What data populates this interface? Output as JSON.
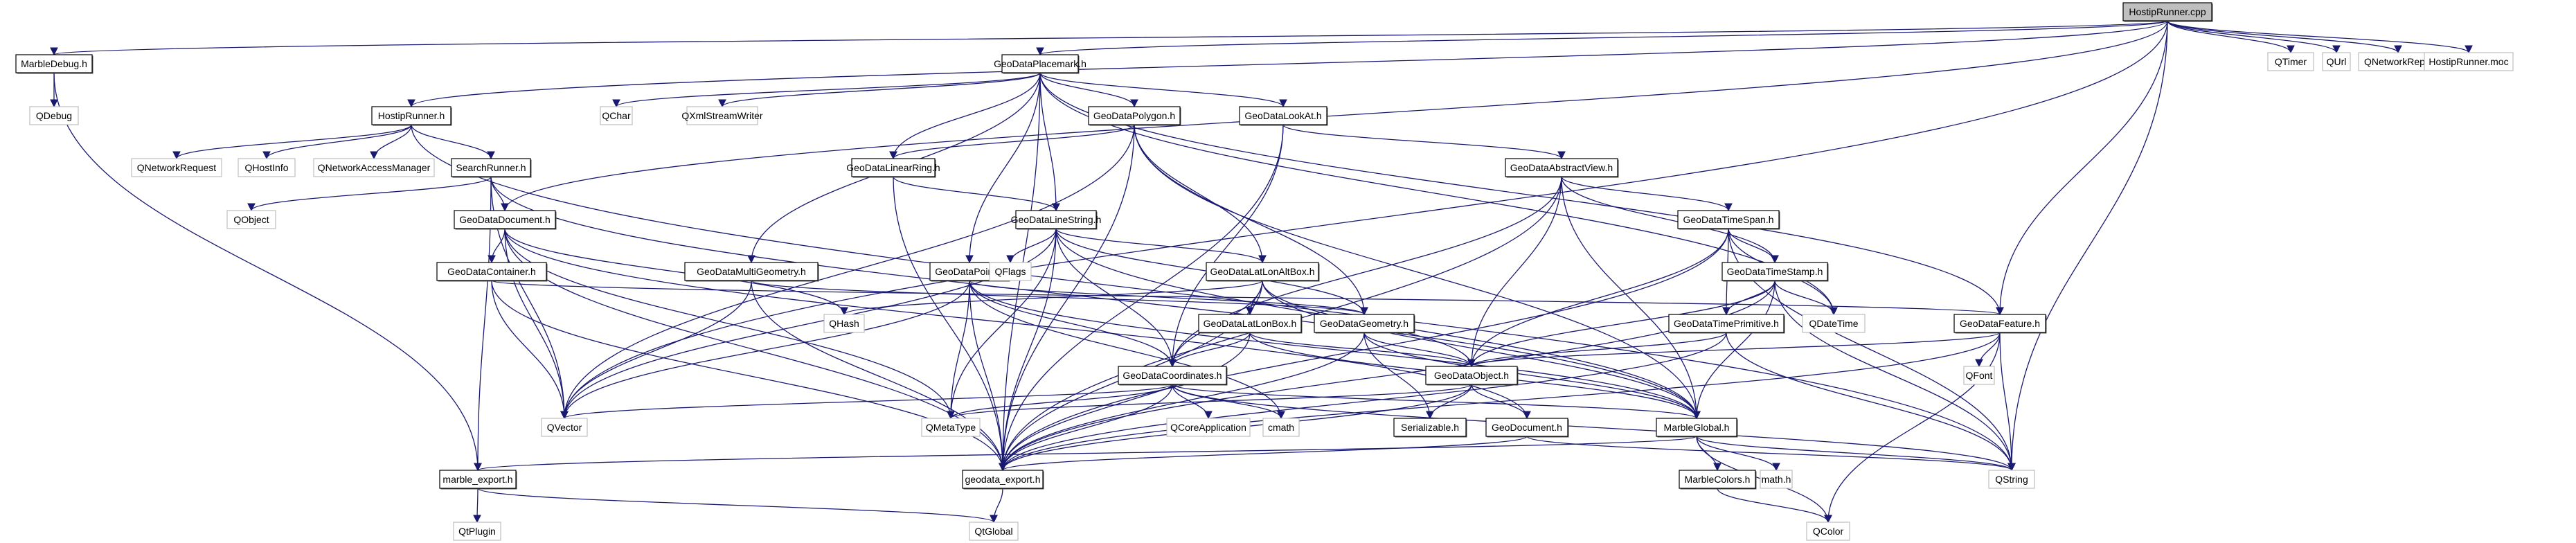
{
  "diagram": {
    "type": "include-dependency-graph",
    "root": "HostipRunner.cpp",
    "colors": {
      "edge": "#191970",
      "root_fill": "#bfbfbf",
      "internal_border": "#000000",
      "external_border": "#bfbfbf",
      "background": "#ffffff"
    },
    "nodes": [
      {
        "id": "hostiprunner_cpp",
        "label": "HostipRunner.cpp",
        "kind": "root"
      },
      {
        "id": "qtimer",
        "label": "QTimer",
        "kind": "external"
      },
      {
        "id": "qurl",
        "label": "QUrl",
        "kind": "external"
      },
      {
        "id": "qnetworkreply",
        "label": "QNetworkReply",
        "kind": "external"
      },
      {
        "id": "hostiprunner_moc",
        "label": "HostipRunner.moc",
        "kind": "external"
      },
      {
        "id": "marbledebug_h",
        "label": "MarbleDebug.h",
        "kind": "internal"
      },
      {
        "id": "qdebug",
        "label": "QDebug",
        "kind": "external"
      },
      {
        "id": "geodataplacemark_h",
        "label": "GeoDataPlacemark.h",
        "kind": "internal"
      },
      {
        "id": "qchar",
        "label": "QChar",
        "kind": "external"
      },
      {
        "id": "qxmlstreamwriter",
        "label": "QXmlStreamWriter",
        "kind": "external"
      },
      {
        "id": "hostiprunner_h",
        "label": "HostipRunner.h",
        "kind": "internal"
      },
      {
        "id": "qnetworkrequest",
        "label": "QNetworkRequest",
        "kind": "external"
      },
      {
        "id": "qhostinfo",
        "label": "QHostInfo",
        "kind": "external"
      },
      {
        "id": "qnetworkaccessmanager",
        "label": "QNetworkAccessManager",
        "kind": "external"
      },
      {
        "id": "searchrunner_h",
        "label": "SearchRunner.h",
        "kind": "internal"
      },
      {
        "id": "qobject",
        "label": "QObject",
        "kind": "external"
      },
      {
        "id": "geodatapolygon_h",
        "label": "GeoDataPolygon.h",
        "kind": "internal"
      },
      {
        "id": "geodatalookat_h",
        "label": "GeoDataLookAt.h",
        "kind": "internal"
      },
      {
        "id": "geodatalinearring_h",
        "label": "GeoDataLinearRing.h",
        "kind": "internal"
      },
      {
        "id": "geodataabstractview_h",
        "label": "GeoDataAbstractView.h",
        "kind": "internal"
      },
      {
        "id": "geodatadocument_h",
        "label": "GeoDataDocument.h",
        "kind": "internal"
      },
      {
        "id": "geodatalinestring_h",
        "label": "GeoDataLineString.h",
        "kind": "internal"
      },
      {
        "id": "geodatatimespan_h",
        "label": "GeoDataTimeSpan.h",
        "kind": "internal"
      },
      {
        "id": "geodatacontainer_h",
        "label": "GeoDataContainer.h",
        "kind": "internal"
      },
      {
        "id": "geodatamultigeometry_h",
        "label": "GeoDataMultiGeometry.h",
        "kind": "internal"
      },
      {
        "id": "geodatapoint_h",
        "label": "GeoDataPoint.h",
        "kind": "internal"
      },
      {
        "id": "qflags",
        "label": "QFlags",
        "kind": "external"
      },
      {
        "id": "geodatalatlonaltbox_h",
        "label": "GeoDataLatLonAltBox.h",
        "kind": "internal"
      },
      {
        "id": "geodatatimestamp_h",
        "label": "GeoDataTimeStamp.h",
        "kind": "internal"
      },
      {
        "id": "qhash",
        "label": "QHash",
        "kind": "external"
      },
      {
        "id": "geodatalatlonbox_h",
        "label": "GeoDataLatLonBox.h",
        "kind": "internal"
      },
      {
        "id": "geodatageometry_h",
        "label": "GeoDataGeometry.h",
        "kind": "internal"
      },
      {
        "id": "geodatatimeprimitive_h",
        "label": "GeoDataTimePrimitive.h",
        "kind": "internal"
      },
      {
        "id": "qdatetime",
        "label": "QDateTime",
        "kind": "external"
      },
      {
        "id": "geodatafeature_h",
        "label": "GeoDataFeature.h",
        "kind": "internal"
      },
      {
        "id": "geodatacoordinates_h",
        "label": "GeoDataCoordinates.h",
        "kind": "internal"
      },
      {
        "id": "geodataobject_h",
        "label": "GeoDataObject.h",
        "kind": "internal"
      },
      {
        "id": "qfont",
        "label": "QFont",
        "kind": "external"
      },
      {
        "id": "qvector",
        "label": "QVector",
        "kind": "external"
      },
      {
        "id": "qmetatype",
        "label": "QMetaType",
        "kind": "external"
      },
      {
        "id": "qcoreapplication",
        "label": "QCoreApplication",
        "kind": "external"
      },
      {
        "id": "cmath",
        "label": "cmath",
        "kind": "external"
      },
      {
        "id": "serializable_h",
        "label": "Serializable.h",
        "kind": "internal"
      },
      {
        "id": "geodocument_h",
        "label": "GeoDocument.h",
        "kind": "internal"
      },
      {
        "id": "marbleglobal_h",
        "label": "MarbleGlobal.h",
        "kind": "internal"
      },
      {
        "id": "marble_export_h",
        "label": "marble_export.h",
        "kind": "internal"
      },
      {
        "id": "geodata_export_h",
        "label": "geodata_export.h",
        "kind": "internal"
      },
      {
        "id": "qstring",
        "label": "QString",
        "kind": "external"
      },
      {
        "id": "marblecolors_h",
        "label": "MarbleColors.h",
        "kind": "internal"
      },
      {
        "id": "math_h",
        "label": "math.h",
        "kind": "external"
      },
      {
        "id": "qtplugin",
        "label": "QtPlugin",
        "kind": "external"
      },
      {
        "id": "qtglobal",
        "label": "QtGlobal",
        "kind": "external"
      },
      {
        "id": "qcolor",
        "label": "QColor",
        "kind": "external"
      }
    ],
    "edges": [
      [
        "hostiprunner_cpp",
        "qtimer"
      ],
      [
        "hostiprunner_cpp",
        "qurl"
      ],
      [
        "hostiprunner_cpp",
        "qnetworkreply"
      ],
      [
        "hostiprunner_cpp",
        "hostiprunner_moc"
      ],
      [
        "hostiprunner_cpp",
        "marbledebug_h"
      ],
      [
        "hostiprunner_cpp",
        "geodataplacemark_h"
      ],
      [
        "hostiprunner_cpp",
        "hostiprunner_h"
      ],
      [
        "hostiprunner_cpp",
        "geodatadocument_h"
      ],
      [
        "hostiprunner_cpp",
        "geodatafeature_h"
      ],
      [
        "hostiprunner_cpp",
        "qvector"
      ],
      [
        "hostiprunner_cpp",
        "qstring"
      ],
      [
        "marbledebug_h",
        "qdebug"
      ],
      [
        "marbledebug_h",
        "marble_export_h"
      ],
      [
        "geodataplacemark_h",
        "qchar"
      ],
      [
        "geodataplacemark_h",
        "qxmlstreamwriter"
      ],
      [
        "geodataplacemark_h",
        "geodatapolygon_h"
      ],
      [
        "geodataplacemark_h",
        "geodatalookat_h"
      ],
      [
        "geodataplacemark_h",
        "geodatalinearring_h"
      ],
      [
        "geodataplacemark_h",
        "geodatalinestring_h"
      ],
      [
        "geodataplacemark_h",
        "geodatamultigeometry_h"
      ],
      [
        "geodataplacemark_h",
        "geodatapoint_h"
      ],
      [
        "geodataplacemark_h",
        "geodatafeature_h"
      ],
      [
        "geodataplacemark_h",
        "qdatetime"
      ],
      [
        "geodataplacemark_h",
        "geodata_export_h"
      ],
      [
        "hostiprunner_h",
        "qnetworkrequest"
      ],
      [
        "hostiprunner_h",
        "qhostinfo"
      ],
      [
        "hostiprunner_h",
        "qnetworkaccessmanager"
      ],
      [
        "hostiprunner_h",
        "searchrunner_h"
      ],
      [
        "hostiprunner_h",
        "qstring"
      ],
      [
        "searchrunner_h",
        "qobject"
      ],
      [
        "searchrunner_h",
        "geodatadocument_h"
      ],
      [
        "searchrunner_h",
        "marble_export_h"
      ],
      [
        "searchrunner_h",
        "qvector"
      ],
      [
        "searchrunner_h",
        "marbleglobal_h"
      ],
      [
        "geodatapolygon_h",
        "geodatalinearring_h"
      ],
      [
        "geodatapolygon_h",
        "geodatageometry_h"
      ],
      [
        "geodatapolygon_h",
        "qvector"
      ],
      [
        "geodatapolygon_h",
        "geodata_export_h"
      ],
      [
        "geodatapolygon_h",
        "geodatalatlonaltbox_h"
      ],
      [
        "geodatapolygon_h",
        "marbleglobal_h"
      ],
      [
        "geodatalookat_h",
        "geodataabstractview_h"
      ],
      [
        "geodatalookat_h",
        "geodatacoordinates_h"
      ],
      [
        "geodatalookat_h",
        "geodata_export_h"
      ],
      [
        "geodatalinearring_h",
        "geodatalinestring_h"
      ],
      [
        "geodatalinearring_h",
        "geodata_export_h"
      ],
      [
        "geodataabstractview_h",
        "geodatatimespan_h"
      ],
      [
        "geodataabstractview_h",
        "geodatatimestamp_h"
      ],
      [
        "geodataabstractview_h",
        "geodataobject_h"
      ],
      [
        "geodataabstractview_h",
        "geodatacoordinates_h"
      ],
      [
        "geodataabstractview_h",
        "geodata_export_h"
      ],
      [
        "geodataabstractview_h",
        "marbleglobal_h"
      ],
      [
        "geodatadocument_h",
        "geodatacontainer_h"
      ],
      [
        "geodatadocument_h",
        "geodocument_h"
      ],
      [
        "geodatadocument_h",
        "qmetatype"
      ],
      [
        "geodatadocument_h",
        "qhash"
      ],
      [
        "geodatadocument_h",
        "qvector"
      ],
      [
        "geodatadocument_h",
        "geodata_export_h"
      ],
      [
        "geodatalinestring_h",
        "qflags"
      ],
      [
        "geodatalinestring_h",
        "geodatalatlonaltbox_h"
      ],
      [
        "geodatalinestring_h",
        "geodatageometry_h"
      ],
      [
        "geodatalinestring_h",
        "geodatacoordinates_h"
      ],
      [
        "geodatalinestring_h",
        "qvector"
      ],
      [
        "geodatalinestring_h",
        "qmetatype"
      ],
      [
        "geodatalinestring_h",
        "geodata_export_h"
      ],
      [
        "geodatalinestring_h",
        "marbleglobal_h"
      ],
      [
        "geodatatimespan_h",
        "geodatatimestamp_h"
      ],
      [
        "geodatatimespan_h",
        "geodatatimeprimitive_h"
      ],
      [
        "geodatatimespan_h",
        "qdatetime"
      ],
      [
        "geodatatimespan_h",
        "geodataobject_h"
      ],
      [
        "geodatatimespan_h",
        "geodata_export_h"
      ],
      [
        "geodatatimespan_h",
        "qstring"
      ],
      [
        "geodatacontainer_h",
        "geodatafeature_h"
      ],
      [
        "geodatacontainer_h",
        "qvector"
      ],
      [
        "geodatacontainer_h",
        "geodata_export_h"
      ],
      [
        "geodatamultigeometry_h",
        "geodatageometry_h"
      ],
      [
        "geodatamultigeometry_h",
        "qvector"
      ],
      [
        "geodatamultigeometry_h",
        "geodata_export_h"
      ],
      [
        "geodatapoint_h",
        "geodatacoordinates_h"
      ],
      [
        "geodatapoint_h",
        "geodatageometry_h"
      ],
      [
        "geodatapoint_h",
        "qmetatype"
      ],
      [
        "geodatapoint_h",
        "qvector"
      ],
      [
        "geodatapoint_h",
        "cmath"
      ],
      [
        "geodatapoint_h",
        "geodata_export_h"
      ],
      [
        "geodatapoint_h",
        "marbleglobal_h"
      ],
      [
        "geodatalatlonaltbox_h",
        "geodatalatlonbox_h"
      ],
      [
        "geodatalatlonaltbox_h",
        "geodatacoordinates_h"
      ],
      [
        "geodatalatlonaltbox_h",
        "qhash"
      ],
      [
        "geodatalatlonaltbox_h",
        "geodataobject_h"
      ],
      [
        "geodatalatlonaltbox_h",
        "geodata_export_h"
      ],
      [
        "geodatalatlonaltbox_h",
        "marbleglobal_h"
      ],
      [
        "geodatatimestamp_h",
        "geodatatimeprimitive_h"
      ],
      [
        "geodatatimestamp_h",
        "qdatetime"
      ],
      [
        "geodatatimestamp_h",
        "geodataobject_h"
      ],
      [
        "geodatatimestamp_h",
        "geodata_export_h"
      ],
      [
        "geodatatimestamp_h",
        "qstring"
      ],
      [
        "geodatatimestamp_h",
        "marbleglobal_h"
      ],
      [
        "geodatalatlonbox_h",
        "geodatacoordinates_h"
      ],
      [
        "geodatalatlonbox_h",
        "geodataobject_h"
      ],
      [
        "geodatalatlonbox_h",
        "geodata_export_h"
      ],
      [
        "geodatalatlonbox_h",
        "marbleglobal_h"
      ],
      [
        "geodatageometry_h",
        "geodataobject_h"
      ],
      [
        "geodatageometry_h",
        "serializable_h"
      ],
      [
        "geodatageometry_h",
        "marbleglobal_h"
      ],
      [
        "geodatageometry_h",
        "geodata_export_h"
      ],
      [
        "geodatatimeprimitive_h",
        "geodataobject_h"
      ],
      [
        "geodatatimeprimitive_h",
        "geodata_export_h"
      ],
      [
        "geodatatimeprimitive_h",
        "qstring"
      ],
      [
        "geodatafeature_h",
        "geodataobject_h"
      ],
      [
        "geodatafeature_h",
        "qfont"
      ],
      [
        "geodatafeature_h",
        "qstring"
      ],
      [
        "geodatafeature_h",
        "qcolor"
      ],
      [
        "geodatafeature_h",
        "geodata_export_h"
      ],
      [
        "geodatacoordinates_h",
        "qvector"
      ],
      [
        "geodatacoordinates_h",
        "qmetatype"
      ],
      [
        "geodatacoordinates_h",
        "qcoreapplication"
      ],
      [
        "geodatacoordinates_h",
        "cmath"
      ],
      [
        "geodatacoordinates_h",
        "geodata_export_h"
      ],
      [
        "geodatacoordinates_h",
        "marbleglobal_h"
      ],
      [
        "geodatacoordinates_h",
        "qstring"
      ],
      [
        "geodataobject_h",
        "serializable_h"
      ],
      [
        "geodataobject_h",
        "geodocument_h"
      ],
      [
        "geodataobject_h",
        "geodata_export_h"
      ],
      [
        "geodataobject_h",
        "qmetatype"
      ],
      [
        "geodocument_h",
        "geodata_export_h"
      ],
      [
        "geodocument_h",
        "qstring"
      ],
      [
        "marbleglobal_h",
        "marblecolors_h"
      ],
      [
        "marbleglobal_h",
        "math_h"
      ],
      [
        "marbleglobal_h",
        "qcolor"
      ],
      [
        "marbleglobal_h",
        "qstring"
      ],
      [
        "marbleglobal_h",
        "marble_export_h"
      ],
      [
        "marblecolors_h",
        "qcolor"
      ],
      [
        "marble_export_h",
        "qtplugin"
      ],
      [
        "marble_export_h",
        "qtglobal"
      ],
      [
        "geodata_export_h",
        "qtglobal"
      ]
    ]
  }
}
